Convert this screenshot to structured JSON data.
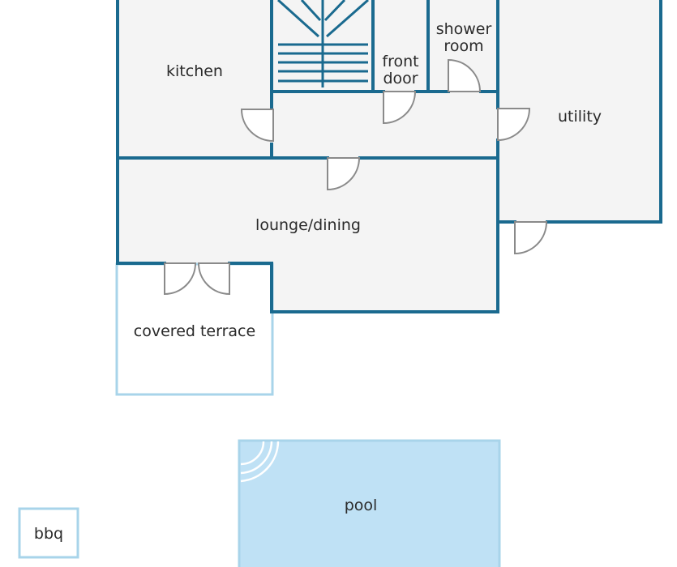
{
  "rooms": {
    "kitchen": "kitchen",
    "front_door_line1": "front",
    "front_door_line2": "door",
    "shower_line1": "shower",
    "shower_line2": "room",
    "utility": "utility",
    "lounge": "lounge/dining",
    "terrace": "covered terrace",
    "pool": "pool",
    "bbq": "bbq"
  },
  "colors": {
    "wall": "#1a6a8f",
    "floor": "#f4f4f4",
    "outdoor_outline": "#a8d4ea",
    "pool_fill": "#bfe1f5",
    "door": "#8a8a8a"
  }
}
